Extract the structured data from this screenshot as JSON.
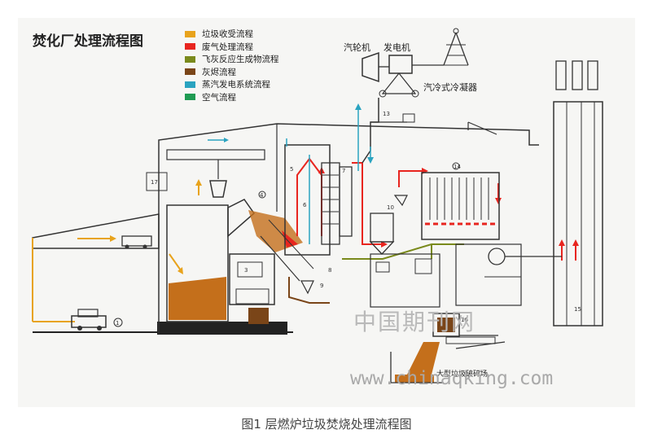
{
  "diagram": {
    "title": "焚化厂处理流程图",
    "legend": [
      {
        "label": "垃圾收受流程",
        "color": "#e8a31c"
      },
      {
        "label": "废气处理流程",
        "color": "#e8251f"
      },
      {
        "label": "飞灰反应生成物流程",
        "color": "#7a8a1c"
      },
      {
        "label": "灰烬流程",
        "color": "#7a4518"
      },
      {
        "label": "蒸汽发电系统流程",
        "color": "#2aa3c0"
      },
      {
        "label": "空气流程",
        "color": "#1f9b52"
      }
    ],
    "labels": {
      "turbine": "汽轮机",
      "generator": "发电机",
      "condenser": "汽冷式冷凝器",
      "crushing_site": "大型垃圾破碎场"
    }
  },
  "watermark": {
    "text_cn": "中国期刊网",
    "url": "www.chinaqking.com"
  },
  "caption": "图1 层燃炉垃圾焚烧处理流程图"
}
